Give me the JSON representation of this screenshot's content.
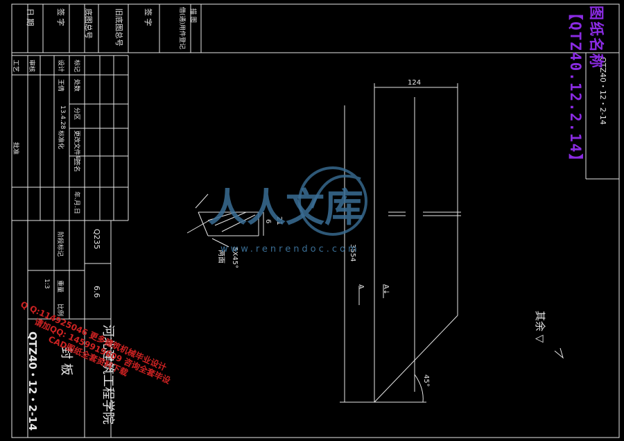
{
  "title_block": {
    "header_cells": [
      "日 期",
      "签 字",
      "底图总号",
      "旧底图总号",
      "签 字",
      "借(通)用件登记",
      "描 图"
    ],
    "rev_cells": [
      "工艺",
      "审核",
      "标记",
      "处数",
      "分区",
      "更改文件号",
      "签名",
      "年.月.日"
    ],
    "design_cells": [
      "设计",
      "王倩",
      "13.4.28",
      "标准化"
    ],
    "approve_label": "批准",
    "stage_labels": [
      "阶段标记",
      "重量",
      "比例"
    ],
    "scale_value": "1:3",
    "material": "Q235",
    "roughness": "6.6",
    "drawing_no": "QTZ40・12・2-14",
    "part_name": "封  板",
    "school": "河北建筑工程学院",
    "small_no": "QTZ40・12・2-14"
  },
  "watermark": {
    "title": "图纸名称【QTZ40.12.2.14】",
    "red_lines": [
      "Q Q:114925046 更多建筑机械毕业设计",
      "请加QQ: 1459919609 咨询全套毕设",
      "CAD图纸全套资料下载"
    ],
    "logo_cn": "人人文库",
    "site": "www.renrendoc.com"
  },
  "dimensions": {
    "width": "124",
    "height": "3554",
    "small_h": "6",
    "chamfer": "5X45°",
    "chamfer_note": "两面",
    "angle": "45°",
    "section_a": "A",
    "detail_l": "A↓",
    "ref_21": "21"
  },
  "note": "其余 ▽",
  "colors": {
    "line": "#e8e8e8",
    "accent": "#8a2be2",
    "logo": "#3a6e95",
    "red": "#cc2222"
  }
}
